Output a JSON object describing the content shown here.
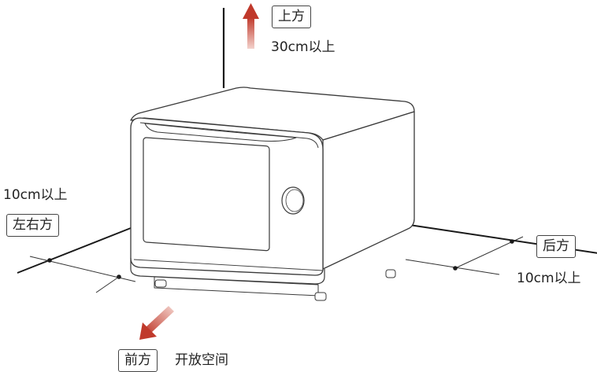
{
  "labels": {
    "top_box": "上方",
    "top_distance": "30cm以上",
    "side_distance": "10cm以上",
    "side_box": "左右方",
    "back_box": "后方",
    "back_distance": "10cm以上",
    "front_box": "前方",
    "front_note": "开放空间"
  },
  "colors": {
    "arrow": "#c0392b",
    "arrow_fade": "#f3d2cc",
    "line": "#1a1a1a",
    "thin_line": "#333333"
  }
}
